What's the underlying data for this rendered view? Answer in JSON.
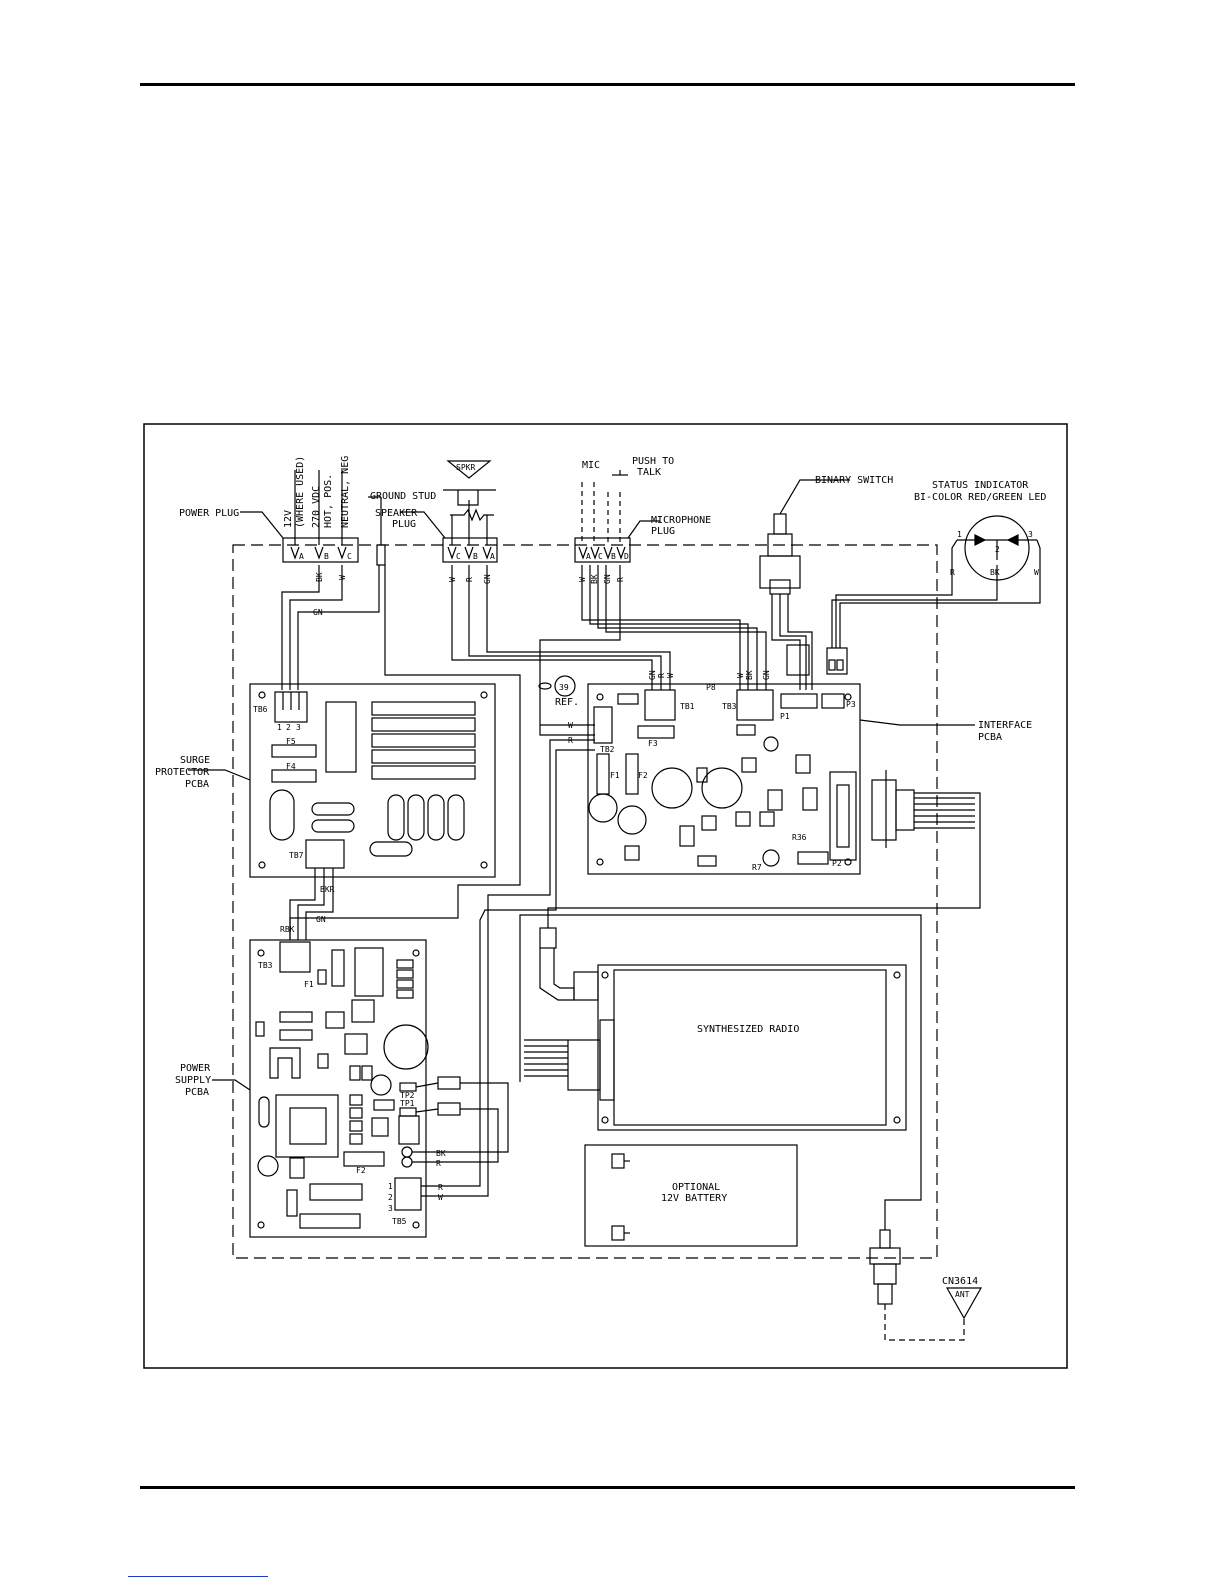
{
  "labels": {
    "power_plug": "POWER PLUG",
    "plug_12v": "12V",
    "plug_where_used": "(WHERE USED)",
    "plug_270vdc": "270 VDC",
    "plug_hot_pos": "HOT, POS.",
    "plug_neutral_neg": "NEUTRAL, NEG",
    "ground_stud": "GROUND STUD",
    "spkr": "SPKR",
    "speaker_plug_1": "SPEAKER",
    "speaker_plug_2": "PLUG",
    "mic": "MIC",
    "push_to_talk_1": "PUSH TO",
    "push_to_talk_2": "TALK",
    "microphone_plug_1": "MICROPHONE",
    "microphone_plug_2": "PLUG",
    "binary_switch": "BINARY SWITCH",
    "status_indicator_1": "STATUS INDICATOR",
    "status_indicator_2": "BI-COLOR RED/GREEN LED",
    "interface_pcba_1": "INTERFACE",
    "interface_pcba_2": "PCBA",
    "surge_1": "SURGE",
    "surge_2": "PROTECTOR",
    "surge_3": "PCBA",
    "power_supply_1": "POWER",
    "power_supply_2": "SUPPLY",
    "power_supply_3": "PCBA",
    "synthesized_radio": "SYNTHESIZED RADIO",
    "optional_1": "OPTIONAL",
    "optional_2": "12V BATTERY",
    "cn3614": "CN3614",
    "ant": "ANT",
    "ref_num": "39",
    "ref": "REF."
  },
  "pins": {
    "a": "A",
    "b": "B",
    "c": "C",
    "d": "D",
    "one": "1",
    "two": "2",
    "three": "3"
  },
  "wires": {
    "bk": "BK",
    "w": "W",
    "gn": "GN",
    "r": "R",
    "bkr": "BKR",
    "rbk": "RBK"
  },
  "refdes": {
    "tb6": "TB6",
    "tb7": "TB7",
    "tb3_ps": "TB3",
    "tb5": "TB5",
    "f5": "F5",
    "f4": "F4",
    "f1_ps": "F1",
    "f2_ps": "F2",
    "tp1": "TP1",
    "tp2": "TP2",
    "tb1": "TB1",
    "tb2": "TB2",
    "tb3_if": "TB3",
    "f1_if": "F1",
    "f2_if": "F2",
    "f3_if": "F3",
    "p1": "P1",
    "p2": "P2",
    "p3": "P3",
    "p8": "P8",
    "r36": "R36",
    "r7": "R7"
  }
}
